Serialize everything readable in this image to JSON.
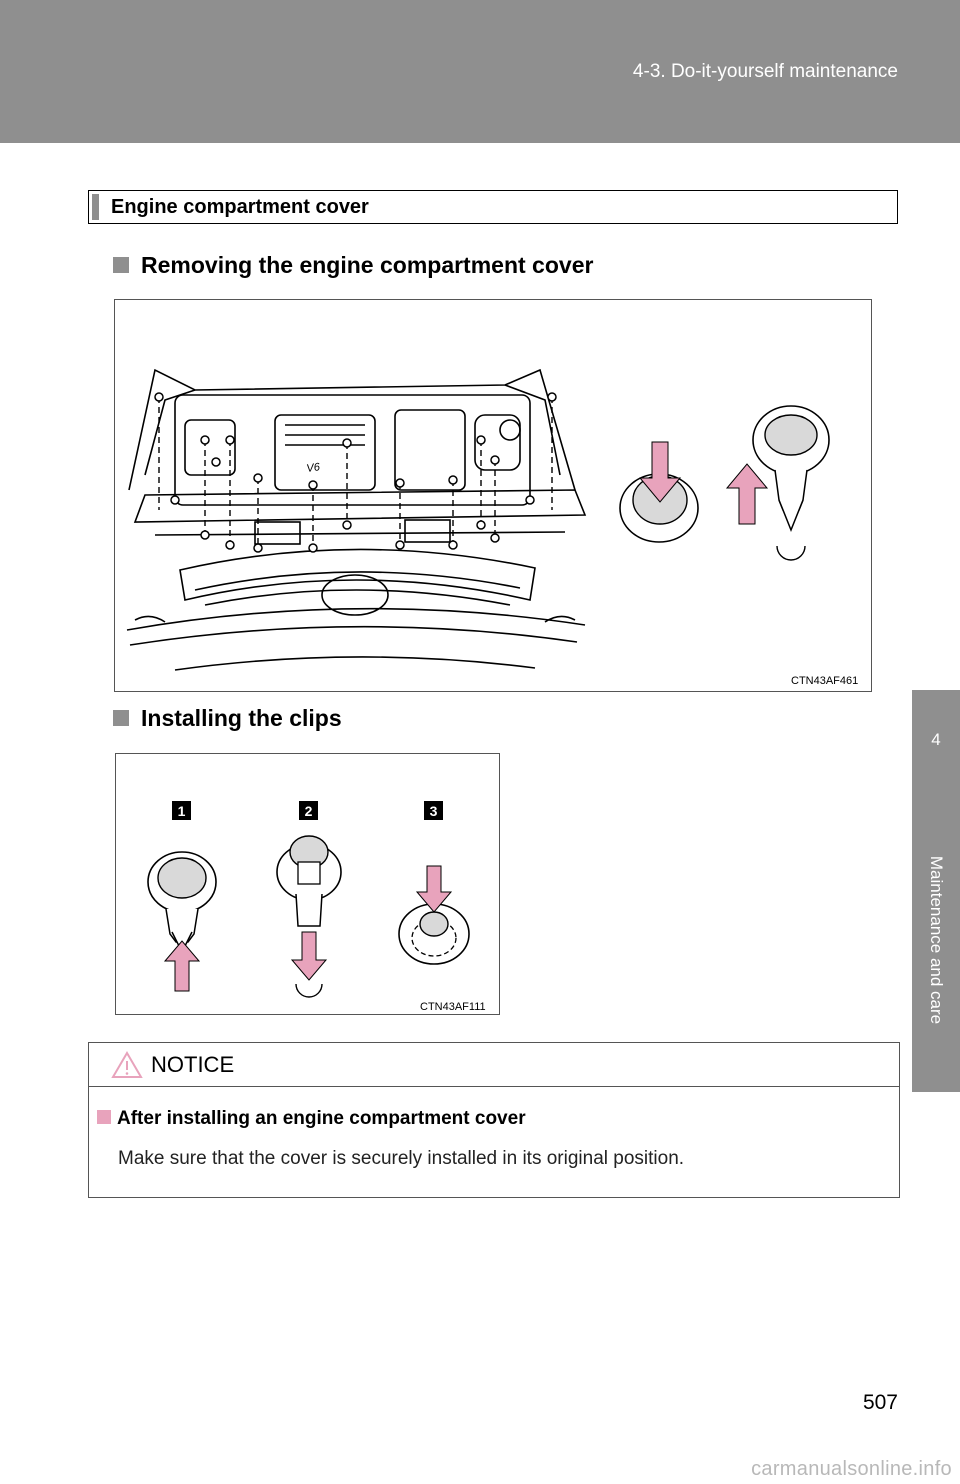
{
  "header": {
    "section": "4-3. Do-it-yourself maintenance"
  },
  "side_tab": {
    "chapter_number": "4",
    "chapter_title": "Maintenance and care"
  },
  "section_heading": "Engine compartment cover",
  "subheadings": {
    "removing": "Removing the engine compartment cover",
    "installing": "Installing the clips"
  },
  "figures": {
    "removing_code": "CTN43AF461",
    "installing_code": "CTN43AF111",
    "step_labels": [
      "1",
      "2",
      "3"
    ],
    "engine_badge": "V6"
  },
  "notice": {
    "title": "NOTICE",
    "subtitle": "After installing an engine compartment cover",
    "body": "Make sure that the cover is securely installed in its original position."
  },
  "footer": {
    "page_number": "507",
    "watermark": "carmanualsonline.info"
  },
  "colors": {
    "band_gray": "#8f8f8f",
    "arrow_pink": "#e8a3bc",
    "warning_icon": "#e8a3bc"
  }
}
